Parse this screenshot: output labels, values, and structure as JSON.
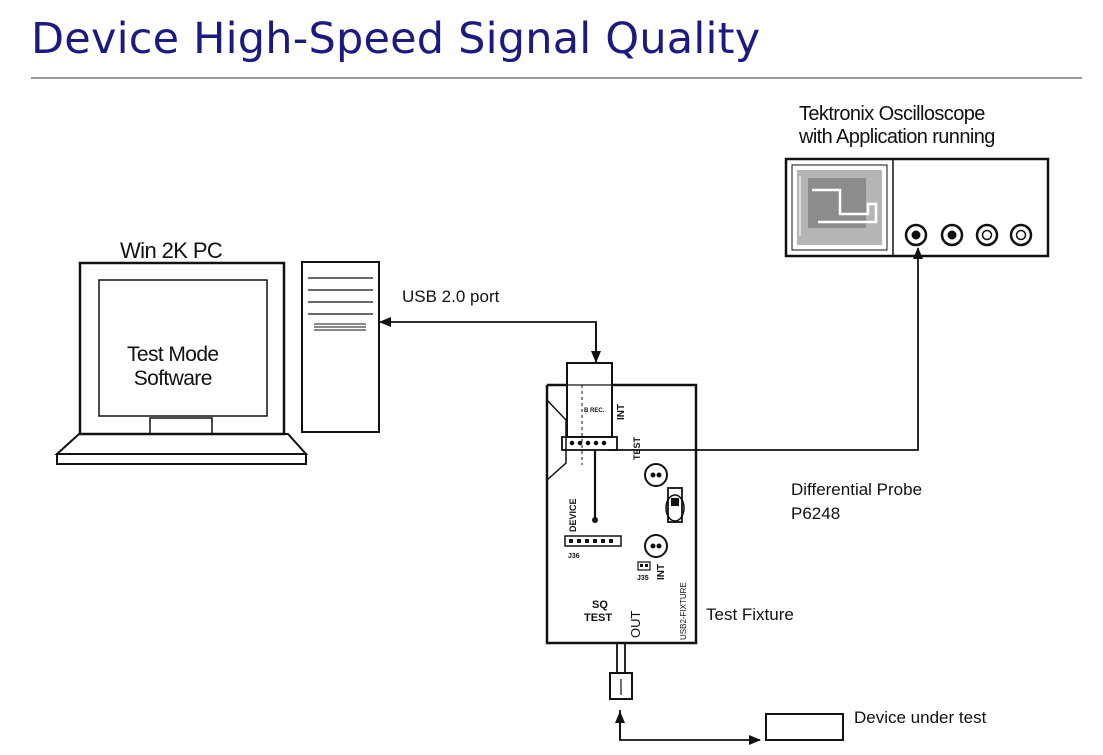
{
  "title": "Device High-Speed Signal Quality",
  "labels": {
    "oscilloscope_line1": "Tektronix Oscilloscope",
    "oscilloscope_line2": "with Application running",
    "pc": "Win 2K PC",
    "software_line1": "Test Mode",
    "software_line2": "Software",
    "usb_port": "USB 2.0 port",
    "probe_line1": "Differential Probe",
    "probe_line2": "P6248",
    "fixture": "Test Fixture",
    "dut": "Device under test"
  },
  "fixture_markings": {
    "int_top": "INT",
    "test_top": "TEST",
    "device": "DEVICE",
    "sq": "SQ",
    "test": "TEST",
    "out": "OUT",
    "int_mid": "INT",
    "j36": "J36",
    "j35": "J35",
    "board_id": "USB2-FIXTURE",
    "conn": "B REC."
  },
  "colors": {
    "title": "#1a1a80",
    "rule": "#9a9a9a",
    "lines": "#111111"
  }
}
